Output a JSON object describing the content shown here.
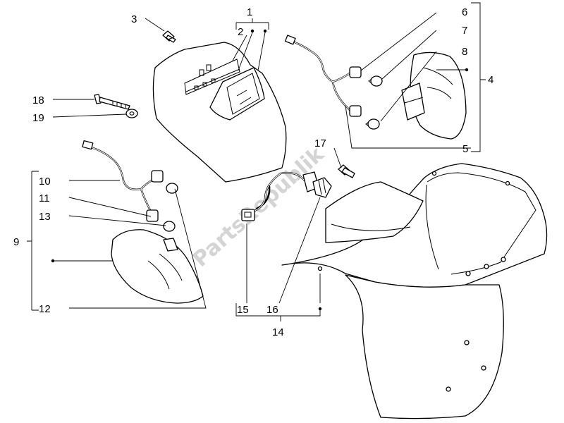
{
  "diagram": {
    "watermark": "PartsRepublik",
    "callouts": {
      "c1": "1",
      "c2": "2",
      "c3": "3",
      "c4": "4",
      "c5": "5",
      "c6": "6",
      "c7": "7",
      "c8": "8",
      "c9": "9",
      "c10": "10",
      "c11": "11",
      "c12": "12",
      "c13": "13",
      "c14": "14",
      "c15": "15",
      "c16": "16",
      "c17": "17",
      "c18": "18",
      "c19": "19"
    }
  }
}
